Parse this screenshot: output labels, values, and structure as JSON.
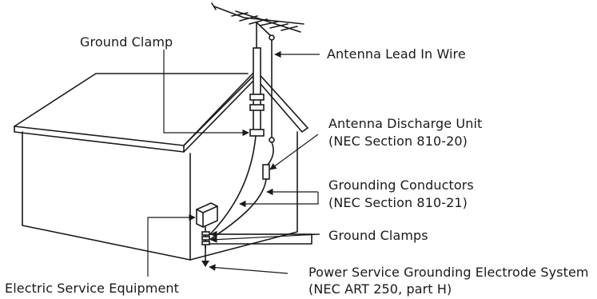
{
  "labels": {
    "ground_clamp": "Ground Clamp",
    "antenna_lead_in_wire": "Antenna Lead In Wire",
    "antenna_discharge_unit": "Antenna Discharge Unit",
    "antenna_discharge_unit_ref": "(NEC Section 810-20)",
    "grounding_conductors": "Grounding Conductors",
    "grounding_conductors_ref": "(NEC Section 810-21)",
    "ground_clamps": "Ground Clamps",
    "power_service_grounding": "Power Service Grounding Electrode System",
    "power_service_grounding_ref": "(NEC ART 250, part H)",
    "electric_service_equipment": "Electric Service Equipment"
  },
  "colors": {
    "line": "#1a1a1a",
    "background": "#ffffff"
  }
}
